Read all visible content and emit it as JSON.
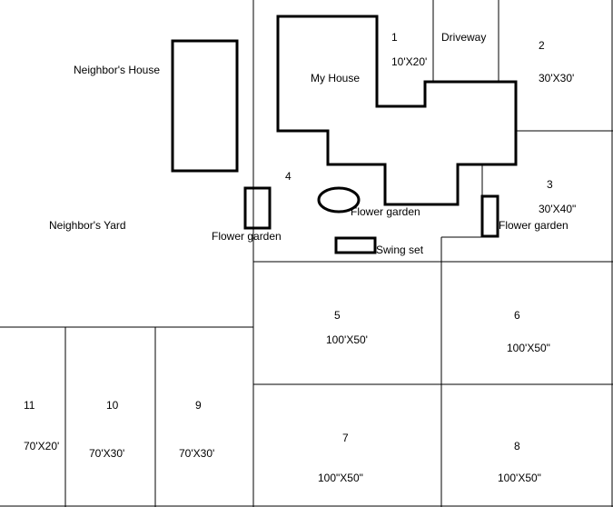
{
  "labels": {
    "neighbors_house": "Neighbor's House",
    "neighbors_yard": "Neighbor's Yard",
    "my_house": "My House",
    "driveway": "Driveway",
    "flower_garden_1": "Flower garden",
    "flower_garden_2": "Flower garden",
    "flower_garden_3": "Flower garden",
    "swing_set": "Swing set"
  },
  "plots": [
    {
      "num": "1",
      "size": "10'X20'"
    },
    {
      "num": "2",
      "size": "30'X30'"
    },
    {
      "num": "3",
      "size": "30'X40\""
    },
    {
      "num": "4",
      "size": ""
    },
    {
      "num": "5",
      "size": "100'X50'"
    },
    {
      "num": "6",
      "size": "100'X50\""
    },
    {
      "num": "7",
      "size": "100\"X50\""
    },
    {
      "num": "8",
      "size": "100'X50\""
    },
    {
      "num": "9",
      "size": "70'X30'"
    },
    {
      "num": "10",
      "size": "70'X30'"
    },
    {
      "num": "11",
      "size": "70'X20'"
    }
  ]
}
